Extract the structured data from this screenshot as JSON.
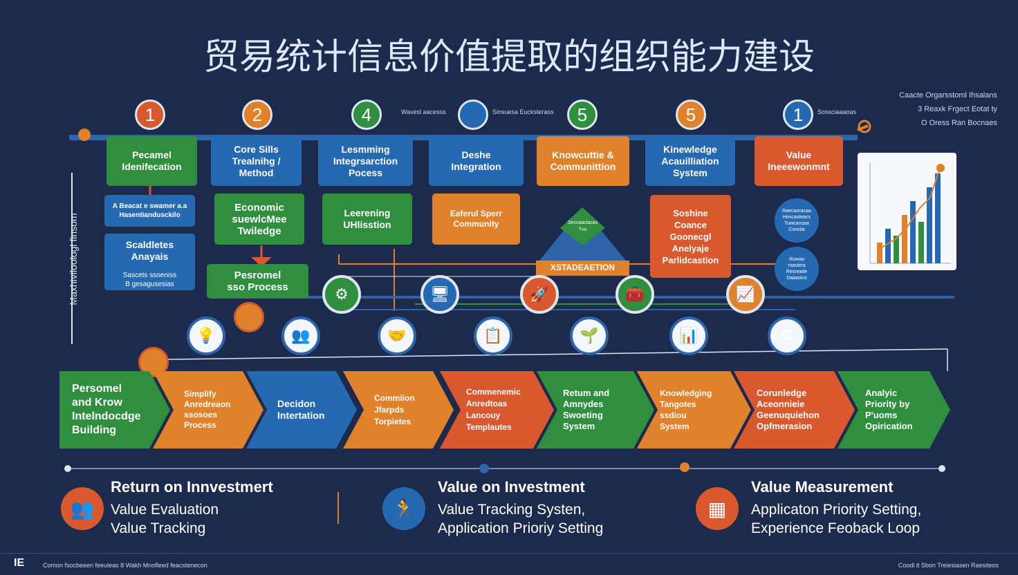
{
  "title": "贸易统计信息价值提取的组织能力建设",
  "legend": [
    "Caacte Orgarsstoml Ihsalans",
    "3 Reaxk Frgect Eotat ty",
    "O Oress Ran Bocnaes"
  ],
  "steps": [
    {
      "number": "1",
      "color": "#d9582e"
    },
    {
      "number": "2",
      "color": "#e0812b"
    },
    {
      "number": "4",
      "color": "#2f8f3e"
    },
    {
      "number": "",
      "color": "#2669b3"
    },
    {
      "number": "5",
      "color": "#2f8f3e"
    },
    {
      "number": "5",
      "color": "#e0812b"
    },
    {
      "number": "1",
      "color": "#2669b3"
    }
  ],
  "small_labels": [
    "Wavesl aacesss",
    "Sinsuesa Eucksterass",
    "Sossciaaaoas"
  ],
  "side_label": "Maxhiviloologl finsom",
  "top_cards": [
    "Pecamel\nIdenifecation",
    "Core Sills\nTrealnihg /\nMethod",
    "Lesmming\nIntegrsarction\nPocess",
    "Deshe\nIntegration",
    "Knowcuttie &\nCommunittion",
    "Kinewledge\nAcauilliation\nSystem",
    "Value\nIneeewonmnt"
  ],
  "mid_cards": [
    "A Beacat e swamer a.a\nHasentiandusckilo",
    "Scaldletes\nAnayais",
    "Sascets ssoeniss\nB gesagusesias",
    "Economic\nsuewlcMee\nTwiledge",
    "Pesromel\nsso Process",
    "Leerening\nUHlisstion",
    "Eaferul Sperr\nCommunity",
    "XSTADEAETION",
    "Soshine\nCoance\nGoonecgl\nAnelyaje\nParlidcastion"
  ],
  "pyramid_text": "Seccaaclacas\nTvo",
  "blue_dots": [
    "Raecaoracaa\nHexcaoleacs\nTuwcansaa\nConsiia",
    "Ruwaa\nmastera\nResreade\nDaaaoico"
  ],
  "icons": [
    "hub-icon",
    "monitor-icon",
    "rocket-icon",
    "toolbox-icon",
    "growth-icon",
    "bulb-icon",
    "team-icon",
    "handshake-icon",
    "clipboard-icon",
    "plant-icon",
    "dashboard-icon",
    "gear-icon"
  ],
  "chevrons": [
    {
      "label": "Persomel\nand Krow\nIntelndocdge\nBuilding",
      "color": "#2f8f3e"
    },
    {
      "label": "Simplify\nAnredreaon\nssosoes\nProcess",
      "color": "#e0812b"
    },
    {
      "label": "Decidon\nIntertation",
      "color": "#2669b3"
    },
    {
      "label": "Commiion\nJfarpds\nTorpietes",
      "color": "#e0812b"
    },
    {
      "label": "Commenemic\nAnredtoas\nLancouy\nTemplautes",
      "color": "#d9582e"
    },
    {
      "label": "Retum and\nAmnydes\nSwoeting\nSystem",
      "color": "#2f8f3e"
    },
    {
      "label": "Knowledging\nTangotes\nssdiou\nSystem",
      "color": "#e0812b"
    },
    {
      "label": "Corunledge\nAceonnieie\nGeenuquiehon\nOpfmerasion",
      "color": "#d9582e"
    },
    {
      "label": "Analyic\nPriority by\nP'uoms\nOpirication",
      "color": "#2f8f3e"
    }
  ],
  "roi": [
    {
      "heading": "Return on Innvestmert",
      "lines": [
        "Value Evaluation",
        "Value Tracking"
      ],
      "icon_color": "#d9582e"
    },
    {
      "heading": "Value on Investment",
      "lines": [
        "Value Tracking Systen,",
        "Application Prioriy Setting"
      ],
      "icon_color": "#2669b3"
    },
    {
      "heading": "Value Measurement",
      "lines": [
        "Applicaton Priority Setting,",
        "Experience Feoback Loop"
      ],
      "icon_color": "#d9582e"
    }
  ],
  "footer_left": "Comon fsocbeeen feeuleas 8 Wakh Mnofleed feacstenecon",
  "footer_right": "Coodi it Sbon Treiesiasen Raesiteos",
  "colors": {
    "background": "#1c2b4d",
    "green": "#2f8f3e",
    "blue": "#2669b3",
    "orange": "#e0812b",
    "red": "#d9582e"
  }
}
